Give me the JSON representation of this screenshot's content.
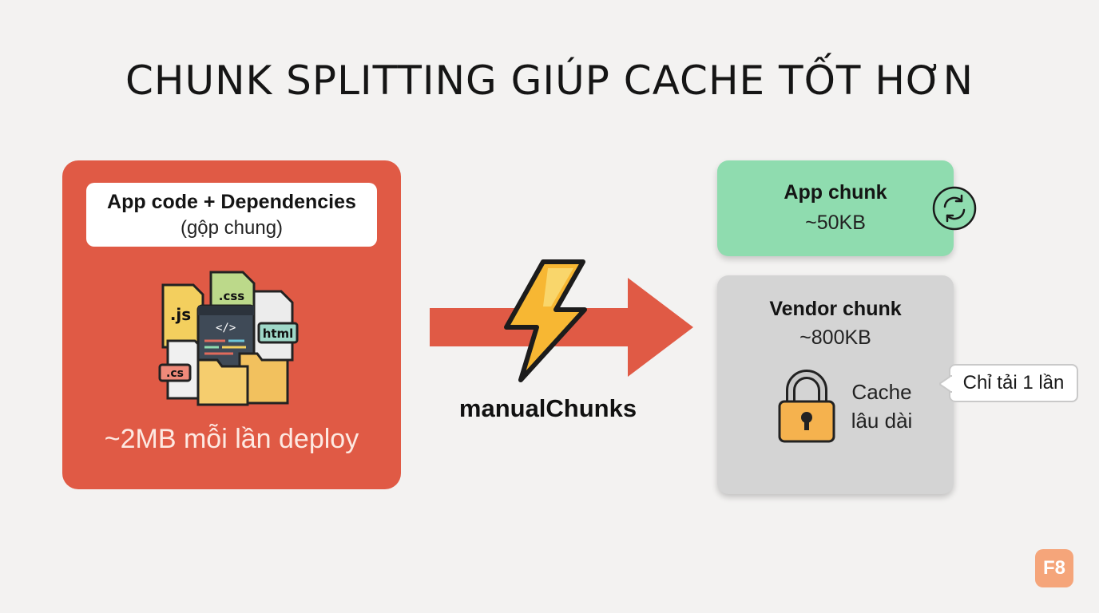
{
  "title": "CHUNK SPLITTING GIÚP CACHE TỐT HƠN",
  "before": {
    "label_main": "App code + Dependencies",
    "label_sub": "(gộp chung)",
    "file_tags": [
      ".js",
      ".css",
      "html",
      ".cs"
    ],
    "footer": "~2MB mỗi lần deploy",
    "color": "#e05a45"
  },
  "transform": {
    "label": "manualChunks",
    "arrow_color": "#e05a45"
  },
  "app_chunk": {
    "name": "App chunk",
    "size": "~50KB",
    "icon": "refresh-icon",
    "color": "#8fdcaf"
  },
  "vendor_chunk": {
    "name": "Vendor chunk",
    "size": "~800KB",
    "icon": "lock-icon",
    "cache_line1": "Cache",
    "cache_line2": "lâu dài",
    "tooltip": "Chỉ tải 1 lần",
    "color": "#d4d4d4"
  },
  "logo": "F8"
}
